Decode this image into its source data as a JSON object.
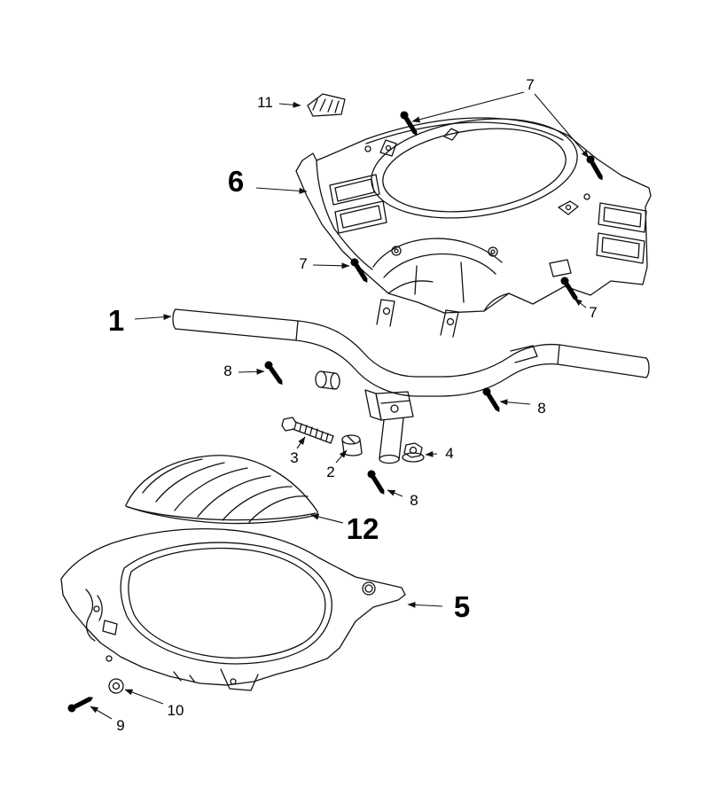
{
  "page": {
    "background_color": "#ffffff",
    "line_color": "#111111",
    "kind": "exploded-parts-diagram"
  },
  "diagram": {
    "labels": {
      "n1": "1",
      "n2": "2",
      "n3": "3",
      "n4": "4",
      "n5": "5",
      "n6": "6",
      "n7": "7",
      "n8": "8",
      "n9": "9",
      "n10": "10",
      "n11": "11",
      "n12": "12"
    }
  }
}
